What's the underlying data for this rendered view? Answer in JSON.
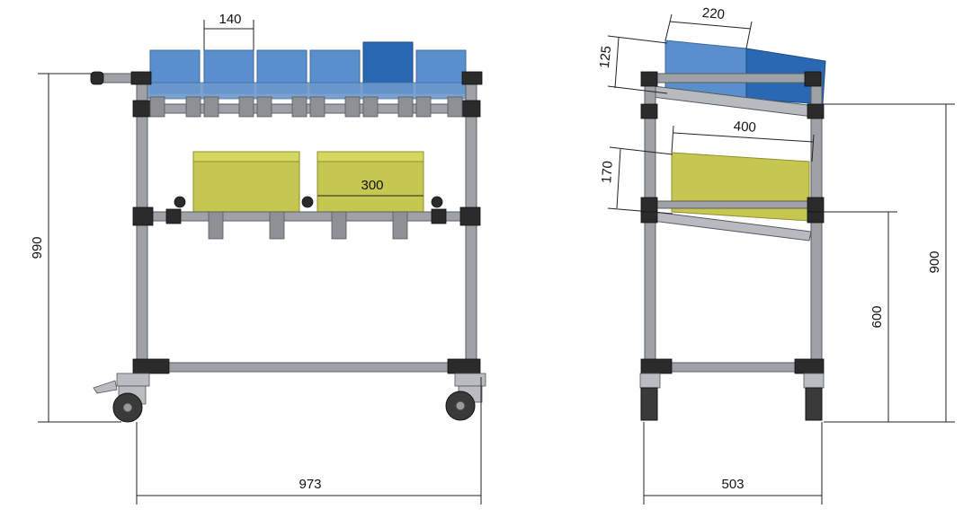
{
  "drawing": {
    "dimensions": {
      "front_bin_width": "140",
      "front_box_width": "300",
      "front_total_height": "990",
      "front_total_width": "973",
      "side_bin_depth": "220",
      "side_bin_height": "125",
      "side_box_depth": "400",
      "side_box_height": "170",
      "side_lower_shelf_height": "600",
      "side_upper_shelf_height": "900",
      "side_total_depth": "503"
    },
    "colors": {
      "frame_tube": "#9ea2a6",
      "joint": "#2b2b2b",
      "bin_blue": "#4a86c8",
      "bin_blue_dark": "#2a68b4",
      "box_yellow": "#c6c750"
    }
  }
}
